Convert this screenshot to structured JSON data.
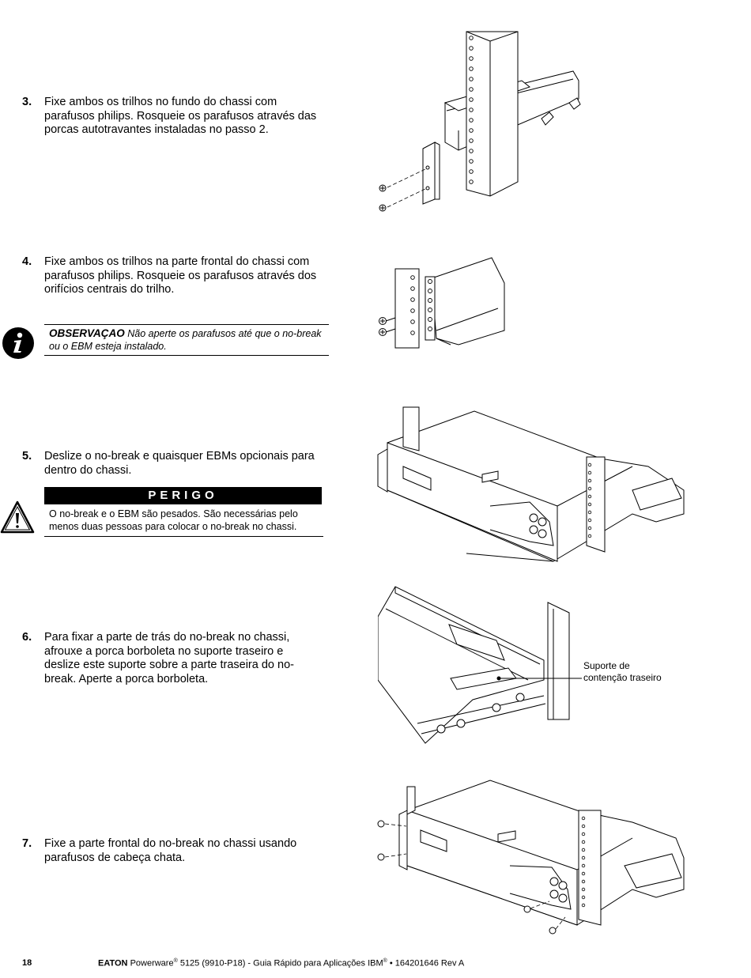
{
  "steps": [
    {
      "num": "3.",
      "text": "Fixe ambos os trilhos no fundo do chassi com parafusos philips. Rosqueie os parafusos através das porcas autotravantes instaladas no passo 2."
    },
    {
      "num": "4.",
      "text": "Fixe ambos os trilhos na parte frontal do chassi com parafusos philips. Rosqueie os parafusos através dos orifícios centrais do trilho."
    },
    {
      "num": "5.",
      "text": "Deslize o no-break e quaisquer EBMs opcionais para dentro do chassi."
    },
    {
      "num": "6.",
      "text": "Para fixar a parte de trás do no-break no chassi, afrouxe a porca borboleta no suporte traseiro e deslize este suporte sobre a parte traseira do no-break. Aperte a porca borboleta."
    },
    {
      "num": "7.",
      "text": "Fixe a parte frontal do no-break no chassi usando parafusos de cabeça chata."
    }
  ],
  "note": {
    "label": "OBSERVAÇAO",
    "text": "Não aperte os parafusos até que o no-break ou o EBM esteja instalado."
  },
  "danger": {
    "label": "PERIGO",
    "text": "O no-break e o EBM são pesados. São necessárias pelo menos duas pessoas para colocar o no-break no chassi."
  },
  "callout": {
    "line1": "Suporte de",
    "line2": "contenção traseiro"
  },
  "footer": {
    "page": "18",
    "brand": "EATON",
    "product": "Powerware",
    "reg": "®",
    "model": " 5125 (9910-P18) - Guia Rápido para Aplicações IBM",
    "reg2": "®",
    "bullet": " • ",
    "doc": "164201646 Rev A"
  },
  "icons": {
    "info": "info-icon",
    "warning": "warning-triangle-icon"
  }
}
